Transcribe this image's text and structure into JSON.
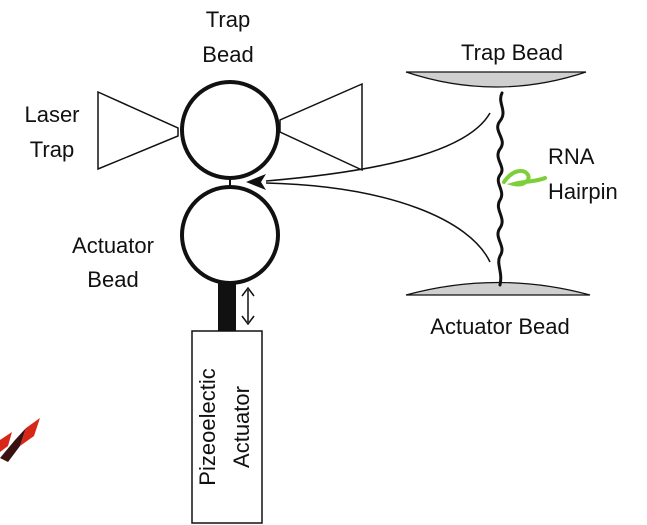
{
  "diagram": {
    "labels": {
      "trap_bead_left_line1": "Trap",
      "trap_bead_left_line2": "Bead",
      "laser_trap_line1": "Laser",
      "laser_trap_line2": "Trap",
      "actuator_bead_left_line1": "Actuator",
      "actuator_bead_left_line2": "Bead",
      "piezo_line1": "Pizeoelectic",
      "piezo_line2": "Actuator",
      "trap_bead_right": "Trap Bead",
      "rna_hairpin_line1": "RNA",
      "rna_hairpin_line2": "Hairpin",
      "actuator_bead_right": "Actuator Bead"
    },
    "colors": {
      "stroke": "#111111",
      "bead_fill_right": "#cfcfcf",
      "hairpin": "#7dcf3a",
      "bird_dark": "#3a1010",
      "bird_red": "#d62718"
    }
  }
}
